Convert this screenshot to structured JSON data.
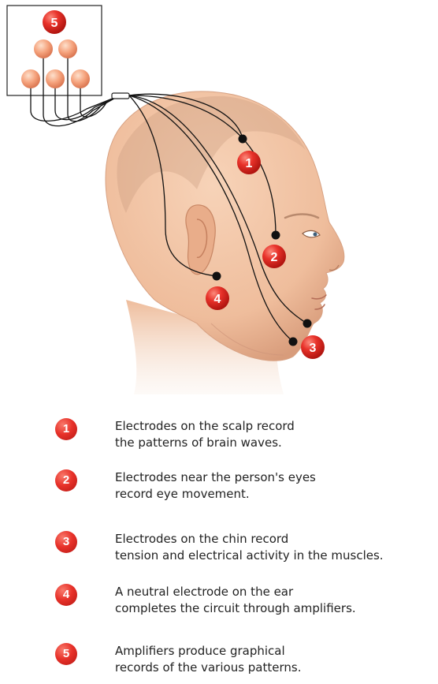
{
  "electrode_markers": [
    {
      "number": "1"
    },
    {
      "number": "2"
    },
    {
      "number": "3"
    },
    {
      "number": "4"
    },
    {
      "number": "5"
    }
  ],
  "legend": [
    {
      "number": "1",
      "line1": "Electrodes on the scalp record",
      "line2": "the patterns of brain waves."
    },
    {
      "number": "2",
      "line1": "Electrodes near the person's eyes",
      "line2": "record eye movement."
    },
    {
      "number": "3",
      "line1": "Electrodes on the chin record",
      "line2": "tension and electrical activity in the muscles."
    },
    {
      "number": "4",
      "line1": "A neutral electrode on the ear",
      "line2": "completes the circuit through amplifiers."
    },
    {
      "number": "5",
      "line1": "Amplifiers produce graphical",
      "line2": "records of the various patterns."
    }
  ],
  "colors": {
    "badge_red": "#e8322a",
    "skin": "#f2c4a3",
    "skin_shadow": "#d99d7c",
    "amplifier_peach": "#f5a27c",
    "wire": "#111111"
  }
}
